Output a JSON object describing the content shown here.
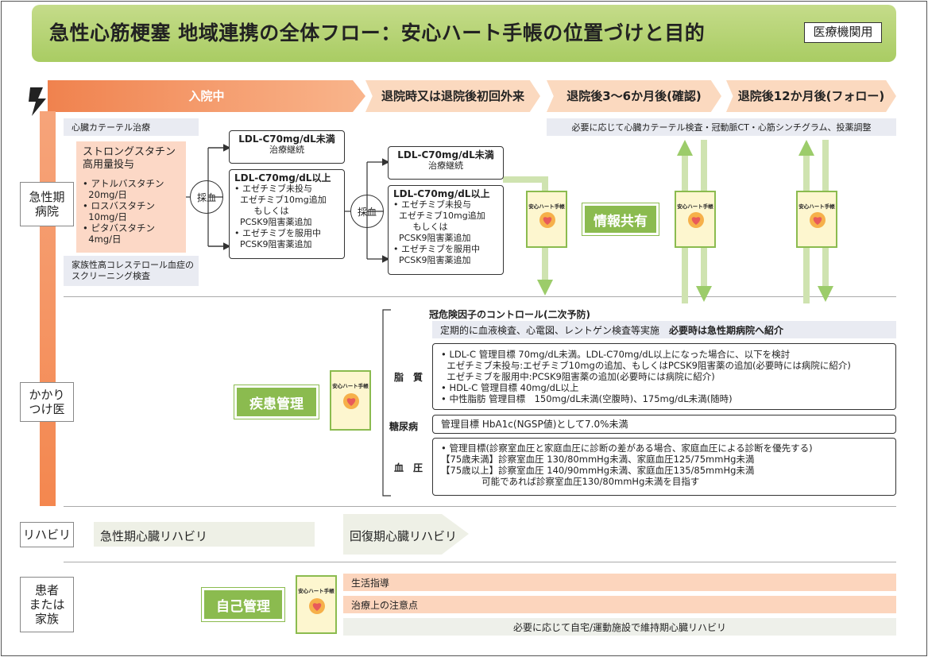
{
  "header": {
    "title": "急性心筋梗塞 地域連携の全体フロー：安心ハート手帳の位置づけと目的",
    "badge": "医療機関用"
  },
  "phases": [
    "入院中",
    "退院時又は退院後初回外来",
    "退院後3〜6か月後(確認)",
    "退院後12か月後(フォロー)"
  ],
  "rows": {
    "acute": "急性期\n病院",
    "gp": "かかり\nつけ医",
    "rehab": "リハビリ",
    "patient": "患者\nまたは\n家族"
  },
  "acute": {
    "catheter": "心臓カテーテル治療",
    "statin_title": "ストロングスタチン\n高用量投与",
    "statin_list": "• アトルバスタチン\n  20mg/日\n• ロスバスタチン\n  10mg/日\n• ピタバスタチン\n  4mg/日",
    "screening": "家族性高コレステロール血症の\nスクリーニング検査",
    "blood_test": "採血",
    "box1a_title": "LDL-C70mg/dL未満",
    "box1a_sub": "治療継続",
    "box1b_title": "LDL-C70mg/dL以上",
    "box1b_body": "• エゼチミブ未投与\n  エゼチミブ10mg追加\n       もしくは\n  PCSK9阻害薬追加\n• エゼチミブを服用中\n  PCSK9阻害薬追加",
    "box2a_title": "LDL-C70mg/dL未満",
    "box2a_sub": "治療継続",
    "box2b_title": "LDL-C70mg/dL以上",
    "box2b_body": "• エゼチミブ未投与\n  エゼチミブ10mg追加\n       もしくは\n  PCSK9阻害薬追加\n• エゼチミブを服用中\n  PCSK9阻害薬追加",
    "info_share": "情報共有",
    "followup_note": "必要に応じて心臓カテーテル検査・冠動脈CT・心筋シンチグラム、投薬調整"
  },
  "notebook": {
    "title": "安心ハート手帳"
  },
  "gp": {
    "disease_mgmt": "疾患管理",
    "risk_title": "冠危険因子のコントロール(二次予防)",
    "regular_exam": "定期的に血液検査、心電図、レントゲン検査等実施",
    "regular_exam_bold": "必要時は急性期病院へ紹介",
    "lipid_label": "脂　質",
    "lipid_text": "• LDL-C 管理目標 70mg/dL未満。LDL-C70mg/dL以上になった場合に、以下を検討\n  エゼチミブ未投与:エゼチミブ10mgの追加、もしくはPCSK9阻害薬の追加(必要時には病院に紹介)\n  エゼチミブを服用中:PCSK9阻害薬の追加(必要時には病院に紹介)\n• HDL-C 管理目標 40mg/dL以上\n• 中性脂肪 管理目標　150mg/dL未満(空腹時)、175mg/dL未満(随時)",
    "dm_label": "糖尿病",
    "dm_text": "管理目標 HbA1c(NGSP値)として7.0%未満",
    "bp_label": "血　圧",
    "bp_text": "• 管理目標(診察室血圧と家庭血圧に診断の差がある場合、家庭血圧による診断を優先する)\n【75歳未満】診察室血圧 130/80mmHg未満、家庭血圧125/75mmHg未満\n【75歳以上】診察室血圧 140/90mmHg未満、家庭血圧135/85mmHg未満\n              可能であれば診察室血圧130/80mmHg未満を目指す"
  },
  "rehab": {
    "acute": "急性期心臓リハビリ",
    "recovery": "回復期心臓リハビリ"
  },
  "patient": {
    "self_mgmt": "自己管理",
    "item1": "生活指導",
    "item2": "治療上の注意点",
    "item3": "必要に応じて自宅/運動施設で維持期心臓リハビリ"
  },
  "colors": {
    "green": "#8bbb4f",
    "orange": "#f0824e",
    "peach": "#fbd9bf",
    "grey_box": "#e9ebf2"
  }
}
